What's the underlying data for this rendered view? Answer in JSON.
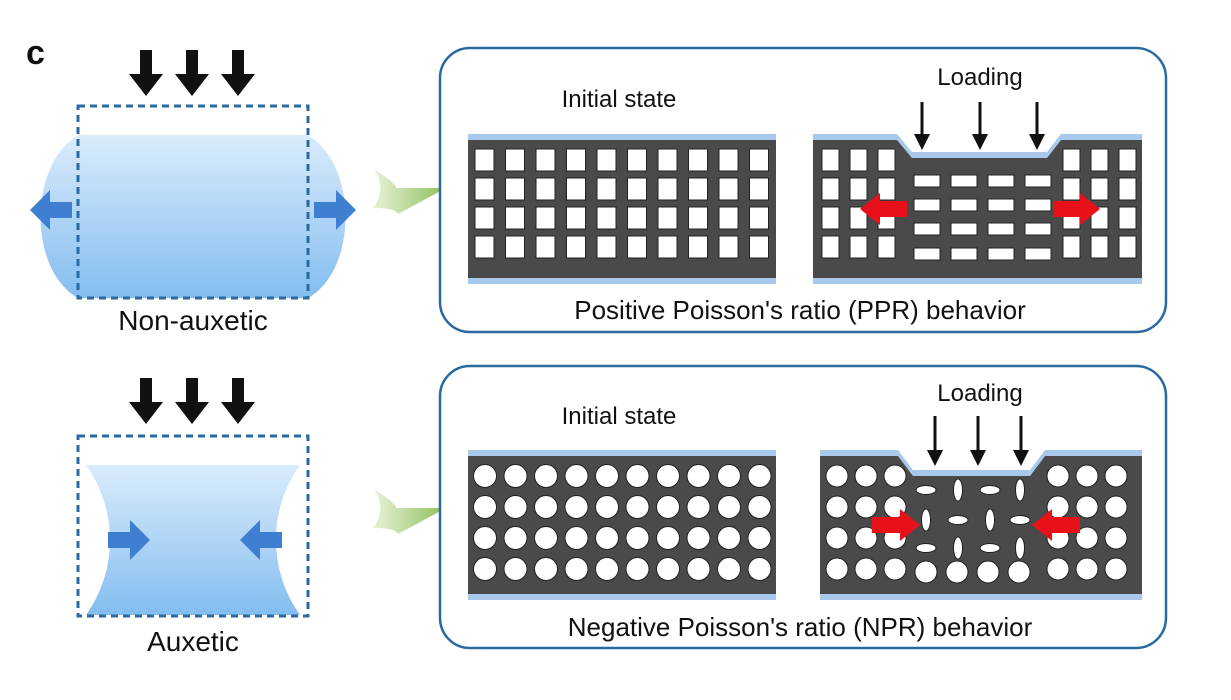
{
  "panel_letter": "c",
  "rows": [
    {
      "id": "ppr",
      "material_label": "Non-auxetic",
      "initial_state_label": "Initial state",
      "loading_label": "Loading",
      "caption": "Positive Poisson's ratio (PPR) behavior",
      "pore_shape": "square"
    },
    {
      "id": "npr",
      "material_label": "Auxetic",
      "initial_state_label": "Initial state",
      "loading_label": "Loading",
      "caption": "Negative Poisson's ratio (NPR) behavior",
      "pore_shape": "circle"
    }
  ],
  "colors": {
    "load_arrow": "#111111",
    "expansion_arrow": "#3f7fd1",
    "lateral_arrow_red": "#e8111a",
    "transition_arrow": "#9cc76a",
    "material_fill": "#4a4a4a",
    "pore_fill": "#ffffff",
    "skin": "#a9c9ec",
    "frame_border": "#2a6aa0",
    "dashed_outline": "#2a6aa0",
    "body_gradient_top": "#d4e9fb",
    "body_gradient_bottom": "#6fb2ee"
  }
}
